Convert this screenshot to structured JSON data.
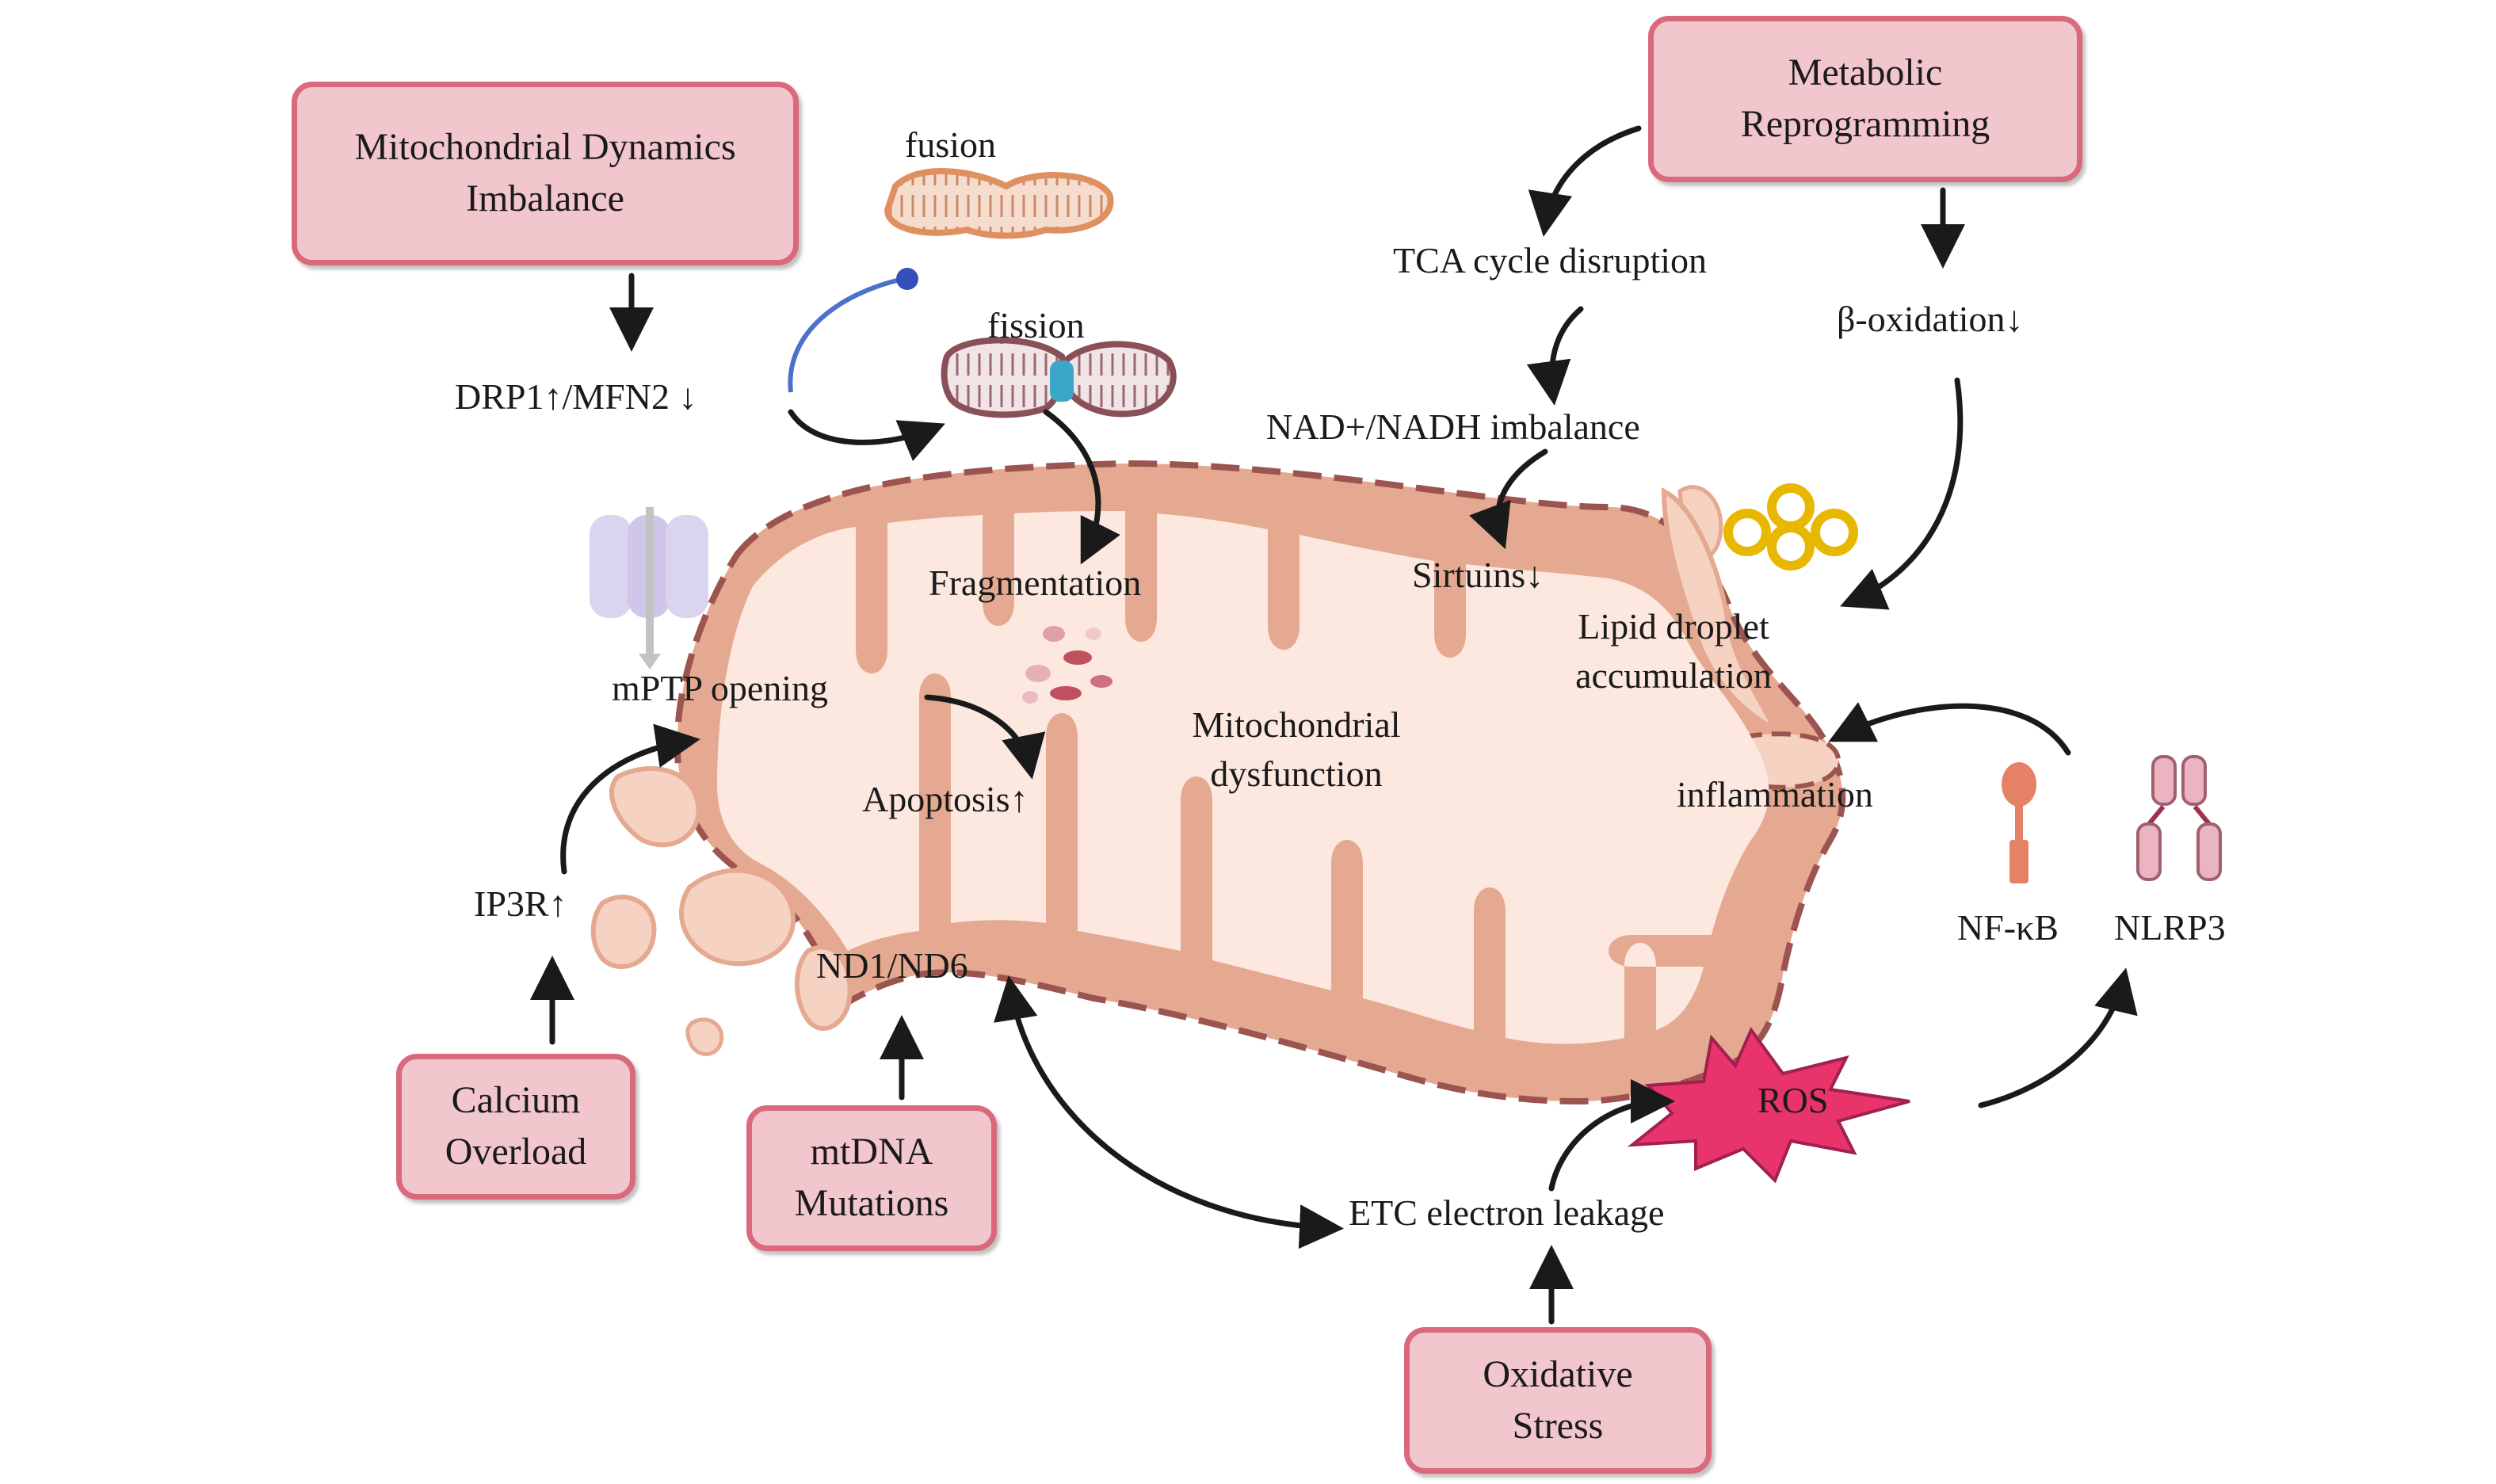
{
  "boxes": {
    "dynamics": [
      "Mitochondrial Dynamics",
      "Imbalance"
    ],
    "metabolic": [
      "Metabolic",
      "Reprogramming"
    ],
    "calcium": [
      "Calcium",
      "Overload"
    ],
    "mtdna": [
      "mtDNA",
      "Mutations"
    ],
    "oxidative": [
      "Oxidative",
      "Stress"
    ]
  },
  "labels": {
    "fusion": "fusion",
    "fission": "fission",
    "drp1": "DRP1↑/MFN2 ↓",
    "tca": "TCA cycle disruption",
    "beta_ox": "β-oxidation↓",
    "nad": "NAD+/NADH imbalance",
    "sirtuins": "Sirtuins↓",
    "lipid": [
      "Lipid droplet",
      "accumulation"
    ],
    "fragmentation": "Fragmentation",
    "mptp": "mPTP opening",
    "mito_dys": [
      "Mitochondrial",
      "dysfunction"
    ],
    "apoptosis": "Apoptosis↑",
    "inflammation": "inflammation",
    "ip3r": "IP3R↑",
    "nd": "ND1/ND6",
    "nfkb": "NF-κB",
    "nlrp3": "NLRP3",
    "ros": "ROS",
    "etc": "ETC electron leakage"
  },
  "colors": {
    "box_fill": "#f2c6cd",
    "box_border": "#d9697b",
    "mito_outer": "#e4a990",
    "mito_inner": "#fce8df",
    "mito_dash": "#9c5450",
    "ros": "#e8346a",
    "lipid": "#e8b800",
    "arrow": "#1a1a1a"
  }
}
